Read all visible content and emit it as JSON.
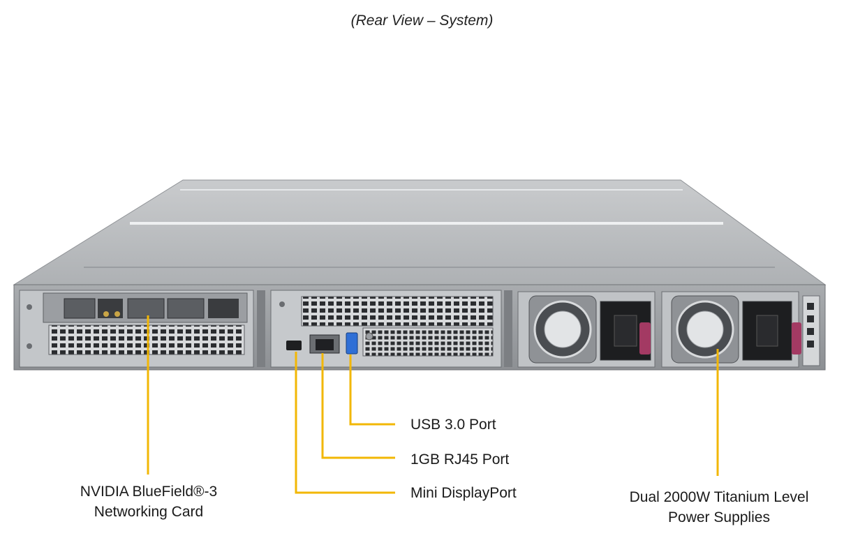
{
  "title": "(Rear View – System)",
  "callouts": {
    "usb": "USB 3.0 Port",
    "rj45": "1GB RJ45 Port",
    "minidp": "Mini DisplayPort",
    "bluefield_line1": "NVIDIA BlueField®-3",
    "bluefield_line2": "Networking Card",
    "psu_line1": "Dual 2000W Titanium Level",
    "psu_line2": "Power Supplies"
  },
  "colors": {
    "leader_line": "#f2b705",
    "chassis": "#b9bcbf",
    "psu_handle": "#a33a63",
    "usb_port": "#2f6fd6"
  }
}
